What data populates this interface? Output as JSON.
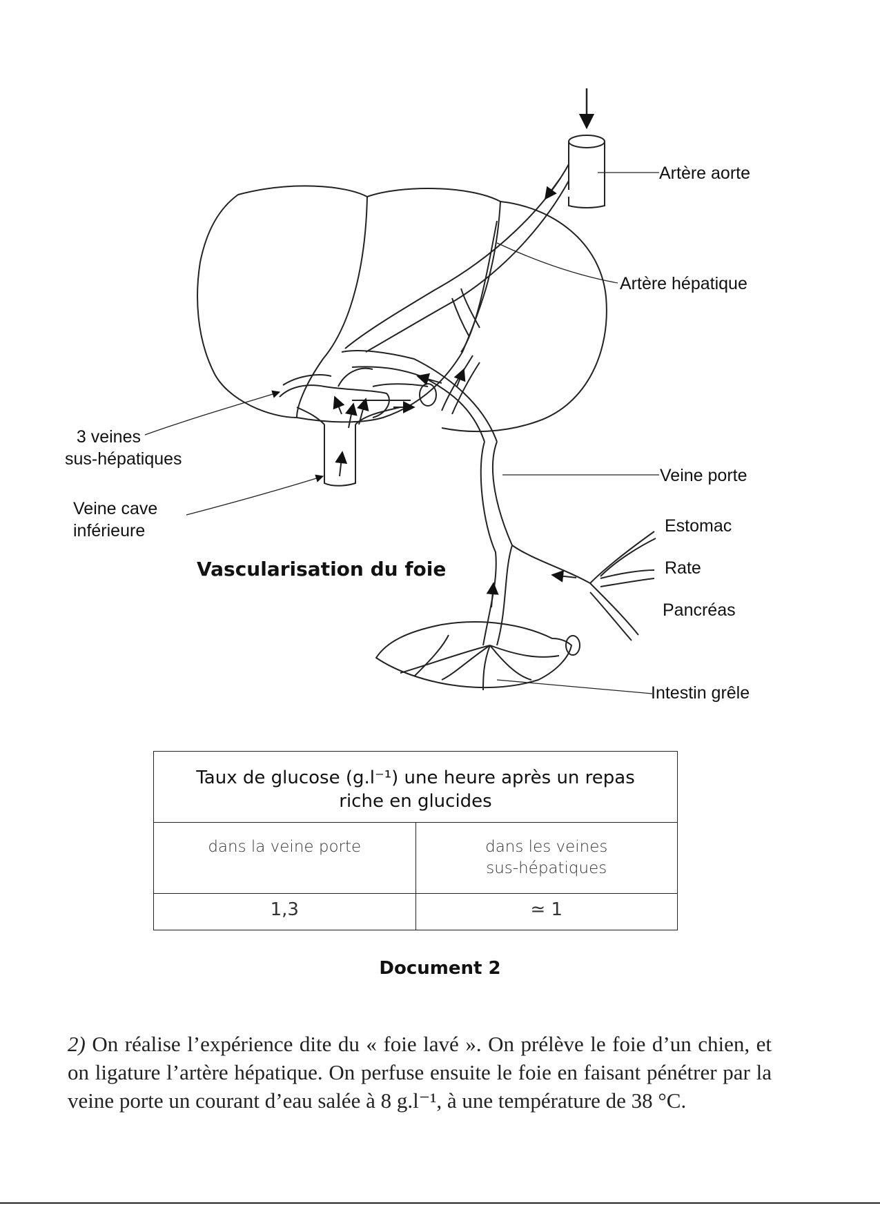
{
  "diagram": {
    "title": "Vascularisation du foie",
    "labels": {
      "aorte": "Artère aorte",
      "hepatique": "Artère hépatique",
      "sus_hep_line1": "3 veines",
      "sus_hep_line2": "sus-hépatiques",
      "veine_cave_line1": "Veine cave",
      "veine_cave_line2": "inférieure",
      "veine_porte": "Veine porte",
      "estomac": "Estomac",
      "rate": "Rate",
      "pancreas": "Pancréas",
      "intestin": "Intestin grêle"
    }
  },
  "table": {
    "header_line1": "Taux de glucose (g.l⁻¹) une heure après un repas",
    "header_line2": "riche en glucides",
    "col1": "dans la veine porte",
    "col2_line1": "dans les veines",
    "col2_line2": "sus-hépatiques",
    "val1": "1,3",
    "val2": "≃ 1"
  },
  "caption": "Document 2",
  "paragraph": {
    "number": "2)",
    "text": "On réalise l’expérience dite du « foie lavé ». On prélève le foie d’un chien, et on ligature l’artère hépatique. On perfuse ensuite le foie en faisant pénétrer par la veine porte un courant d’eau salée à 8 g.l⁻¹, à une température de 38 °C."
  }
}
